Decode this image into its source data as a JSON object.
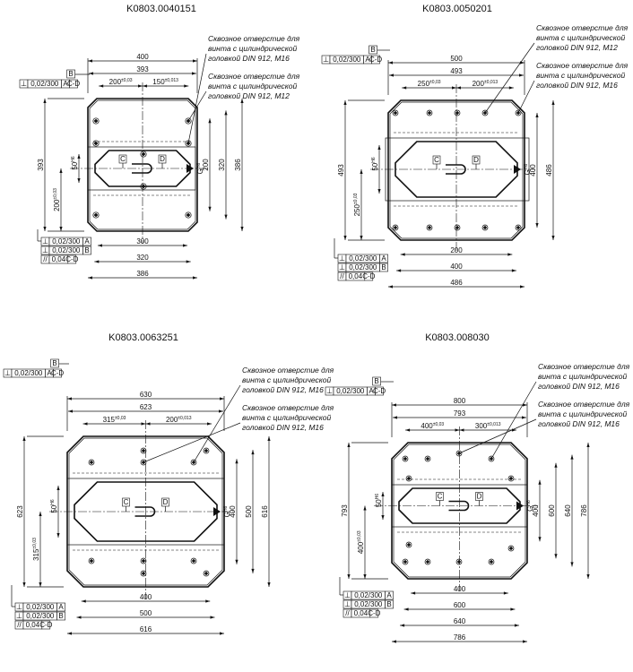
{
  "views": [
    {
      "title": "K0803.0040151",
      "dims_top": [
        "400",
        "393"
      ],
      "dim_a": "200",
      "dim_a_tol": "±0,03",
      "dim_b": "150",
      "dim_b_tol": "±0,013",
      "dims_right": [
        "200",
        "320",
        "386"
      ],
      "dims_left": [
        "393"
      ],
      "dim_left_pos": "200",
      "dim_left_pos_tol": "±0,03",
      "slot": "50",
      "slot_tol": "H6",
      "g": "G",
      "g_tol": "H6",
      "dims_bottom": [
        "300",
        "320",
        "386"
      ],
      "label_c": "C",
      "label_d": "D",
      "datum_b": "B",
      "notes": [
        [
          "Сквозное отверстие для",
          "винта с цилиндрической",
          "головкой DIN 912, M16"
        ],
        [
          "Сквозное отверстие для",
          "винта с цилиндрической",
          "головкой DIN 912, M12"
        ]
      ],
      "tol_top": [
        [
          "⊥",
          "0,02/300",
          "A",
          "C-D"
        ]
      ],
      "tol_bottom": [
        [
          "⊥",
          "0,02/300",
          "A"
        ],
        [
          "⊥",
          "0,02/300",
          "B"
        ],
        [
          "//",
          "0,04",
          "C-D"
        ]
      ]
    },
    {
      "title": "K0803.0050201",
      "dims_top": [
        "500",
        "493"
      ],
      "dim_a": "250",
      "dim_a_tol": "±0,03",
      "dim_b": "200",
      "dim_b_tol": "±0,013",
      "dims_right": [
        "400",
        "486"
      ],
      "dims_left": [
        "493"
      ],
      "dim_left_pos": "250",
      "dim_left_pos_tol": "±0,03",
      "slot": "50",
      "slot_tol": "H6",
      "g": "G",
      "g_tol": "H6",
      "dims_bottom": [
        "200",
        "400",
        "486"
      ],
      "label_c": "C",
      "label_d": "D",
      "datum_b": "B",
      "notes": [
        [
          "Сквозное отверстие для",
          "винта с цилиндрической",
          "головкой DIN 912, M12"
        ],
        [
          "Сквозное отверстие для",
          "винта с цилиндрической",
          "головкой DIN 912, M16"
        ]
      ],
      "tol_top": [
        [
          "⊥",
          "0,02/300",
          "A",
          "C-D"
        ]
      ],
      "tol_bottom": [
        [
          "⊥",
          "0,02/300",
          "A"
        ],
        [
          "⊥",
          "0,02/300",
          "B"
        ],
        [
          "//",
          "0,04",
          "C-D"
        ]
      ]
    },
    {
      "title": "K0803.0063251",
      "dims_top": [
        "630",
        "623"
      ],
      "dim_a": "315",
      "dim_a_tol": "±0,03",
      "dim_b": "200",
      "dim_b_tol": "±0,013",
      "dims_right": [
        "400",
        "500",
        "616"
      ],
      "dims_left": [
        "623"
      ],
      "dim_left_pos": "315",
      "dim_left_pos_tol": "±0,03",
      "slot": "50",
      "slot_tol": "H6",
      "g": "G",
      "g_tol": "H6",
      "dims_bottom": [
        "400",
        "500",
        "616"
      ],
      "label_c": "C",
      "label_d": "D",
      "datum_b": "B",
      "notes": [
        [
          "Сквозное отверстие для",
          "винта с цилиндрической",
          "головкой DIN 912, M16"
        ],
        [
          "Сквозное отверстие для",
          "винта с цилиндрической",
          "головкой DIN 912, M16"
        ]
      ],
      "tol_top": [
        [
          "⊥",
          "0,02/300",
          "A",
          "C-D"
        ]
      ],
      "tol_bottom": [
        [
          "⊥",
          "0,02/300",
          "A"
        ],
        [
          "⊥",
          "0,02/300",
          "B"
        ],
        [
          "//",
          "0,04",
          "C-D"
        ]
      ]
    },
    {
      "title": "K0803.008030",
      "dims_top": [
        "800",
        "793"
      ],
      "dim_a": "400",
      "dim_a_tol": "±0,03",
      "dim_b": "300",
      "dim_b_tol": "±0,013",
      "dims_right": [
        "400",
        "600",
        "640",
        "786"
      ],
      "dims_left": [
        "793"
      ],
      "dim_left_pos": "400",
      "dim_left_pos_tol": "±0,03",
      "slot": "50",
      "slot_tol": "H6",
      "g": "G",
      "g_tol": "H6",
      "dims_bottom": [
        "400",
        "600",
        "640",
        "786"
      ],
      "label_c": "C",
      "label_d": "D",
      "datum_b": "B",
      "notes": [
        [
          "Сквозное отверстие для",
          "винта с цилиндрической",
          "головкой DIN 912, M16"
        ],
        [
          "Сквозное отверстие для",
          "винта с цилиндрической",
          "головкой DIN 912, M16"
        ]
      ],
      "tol_top": [
        [
          "⊥",
          "0,02/300",
          "A",
          "C-D"
        ]
      ],
      "tol_bottom": [
        [
          "⊥",
          "0,02/300",
          "A"
        ],
        [
          "⊥",
          "0,02/300",
          "B"
        ],
        [
          "//",
          "0,04",
          "C-D"
        ]
      ]
    }
  ]
}
